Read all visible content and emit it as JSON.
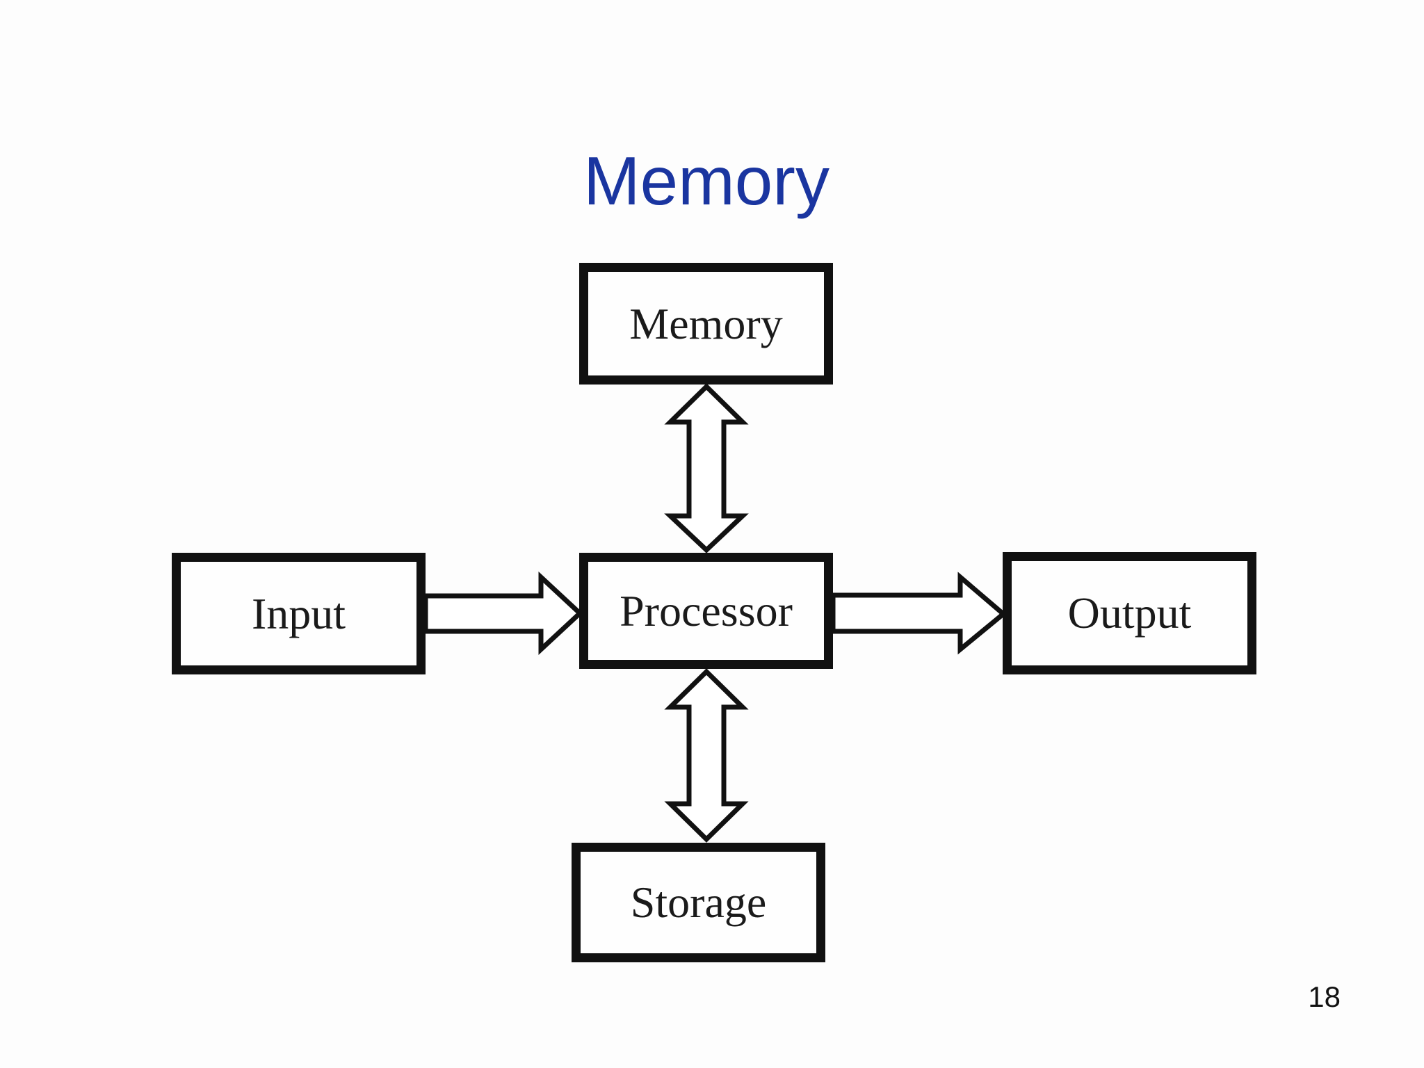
{
  "slide": {
    "title": "Memory",
    "title_color": "#1a35a0",
    "page_number": "18",
    "background_color": "#fdfdfd"
  },
  "diagram": {
    "line_color": "#111111",
    "box_fill": "#ffffff",
    "arrow_style": "outline-arrow-white-fill-black-stroke",
    "nodes": [
      {
        "id": "memory",
        "label": "Memory",
        "position": "top-center"
      },
      {
        "id": "input",
        "label": "Input",
        "position": "middle-left"
      },
      {
        "id": "processor",
        "label": "Processor",
        "position": "center"
      },
      {
        "id": "output",
        "label": "Output",
        "position": "middle-right"
      },
      {
        "id": "storage",
        "label": "Storage",
        "position": "bottom-center"
      }
    ],
    "edges": [
      {
        "from": "memory",
        "to": "processor",
        "direction": "bidirectional"
      },
      {
        "from": "input",
        "to": "processor",
        "direction": "unidirectional"
      },
      {
        "from": "processor",
        "to": "output",
        "direction": "unidirectional"
      },
      {
        "from": "processor",
        "to": "storage",
        "direction": "bidirectional"
      }
    ]
  }
}
